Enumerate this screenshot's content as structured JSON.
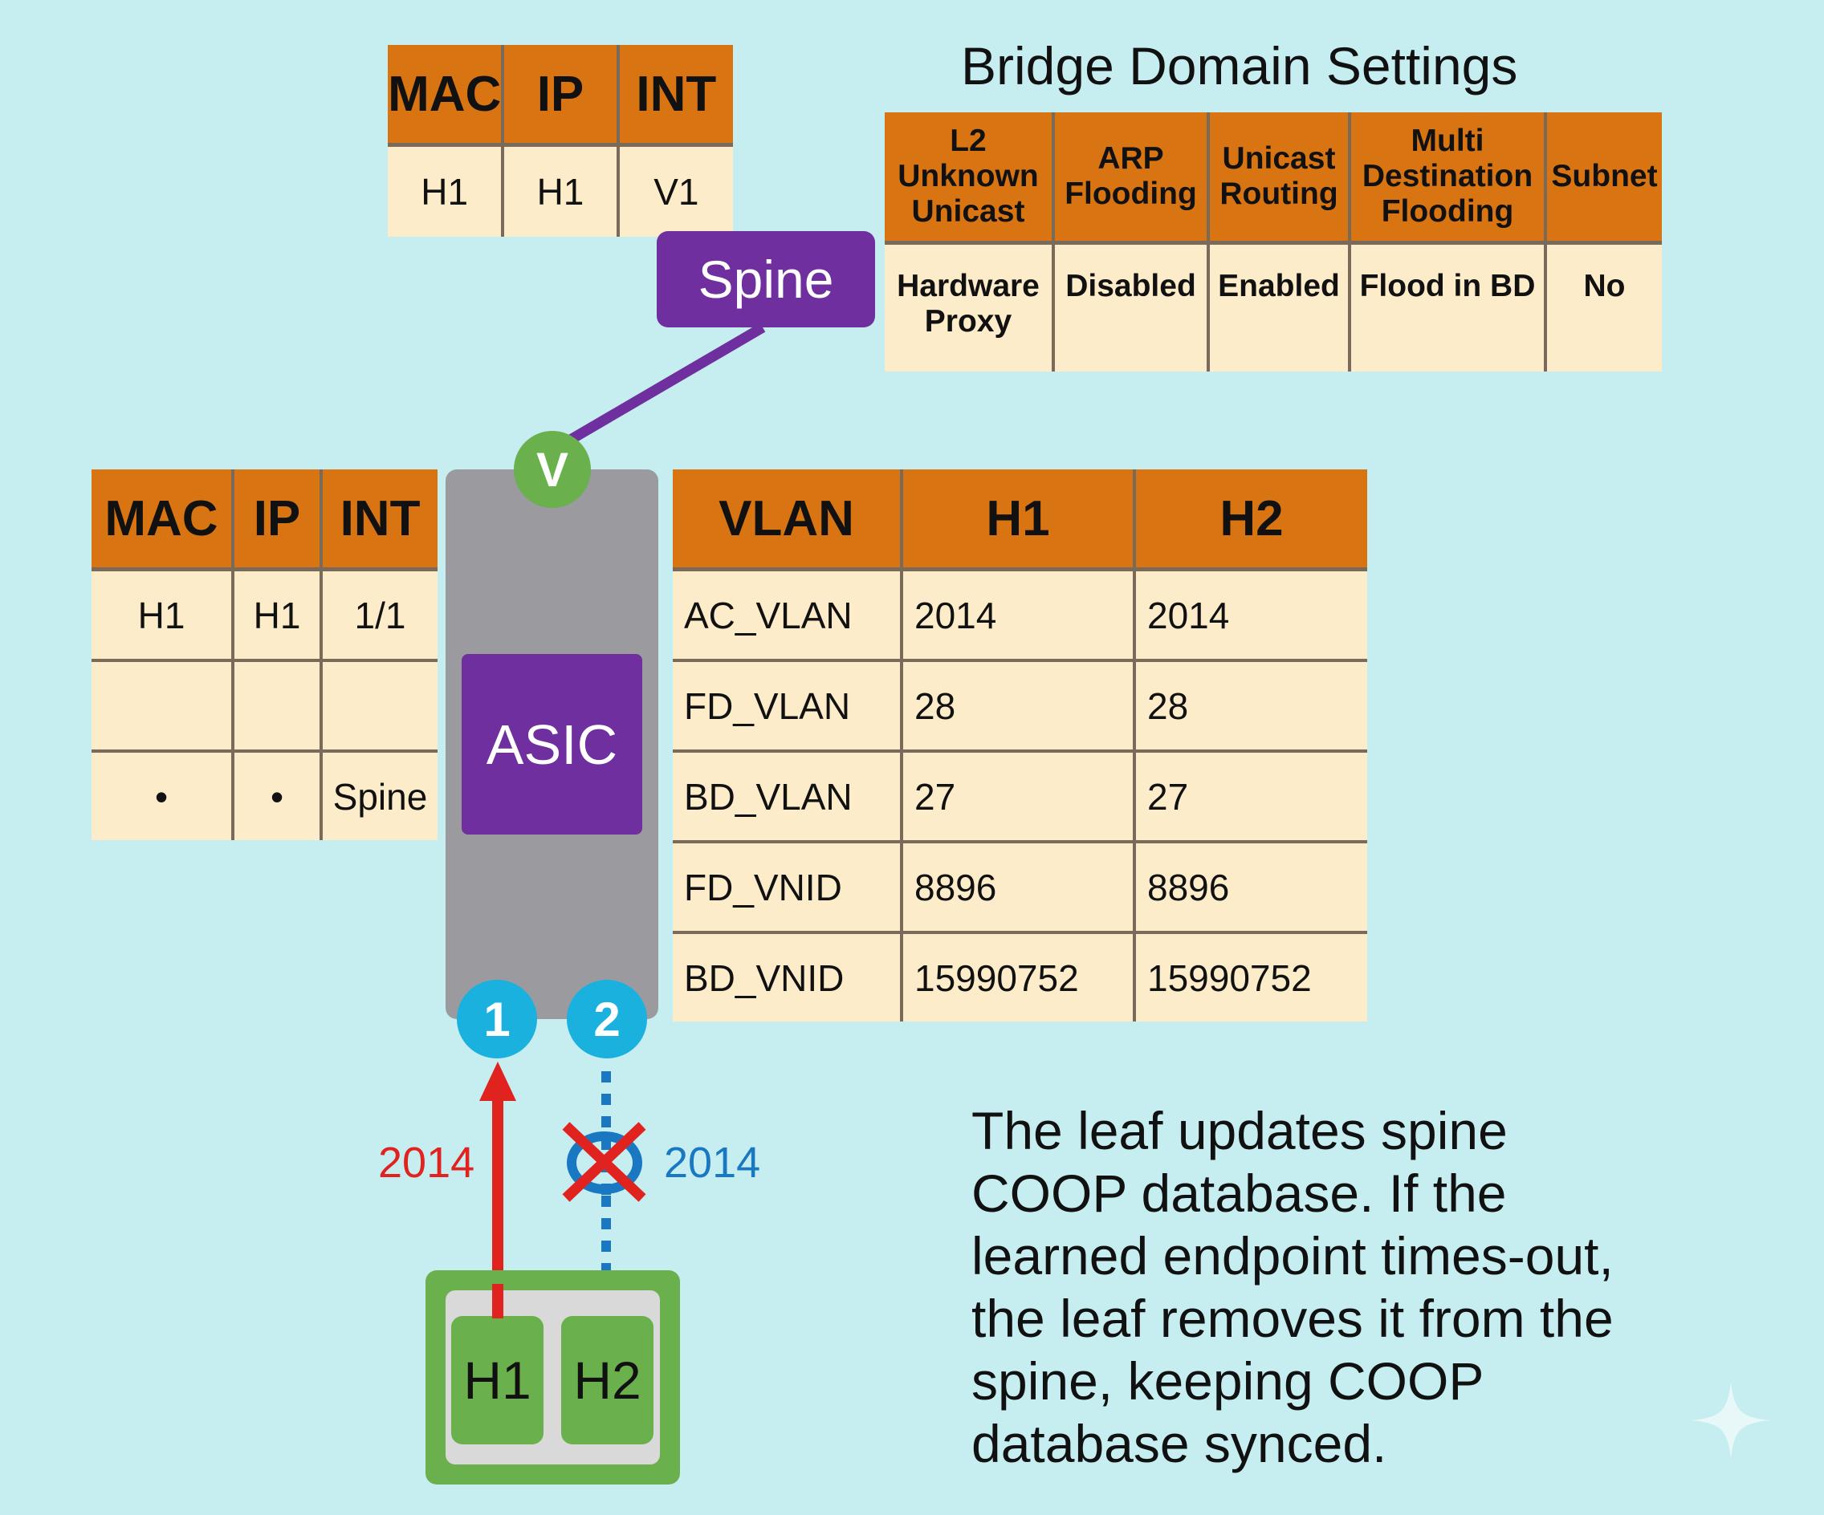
{
  "colors": {
    "background": "#c6eef0",
    "table_header": "#d97412",
    "table_cell": "#fcecc9",
    "purple": "#6f2f9e",
    "green": "#6ab04c",
    "port_blue": "#1ab1df",
    "red_arrow": "#e1231f",
    "blue_arrow": "#1a78c2",
    "leaf_grey": "#9b9a9f"
  },
  "spine_mac_table": {
    "headers": [
      "MAC",
      "IP",
      "INT"
    ],
    "rows": [
      [
        "H1",
        "H1",
        "V1"
      ]
    ]
  },
  "bridge_domain": {
    "title": "Bridge Domain Settings",
    "headers": [
      [
        "L2",
        "Unknown",
        "Unicast"
      ],
      [
        "ARP",
        "Flooding"
      ],
      [
        "Unicast",
        "Routing"
      ],
      [
        "Multi",
        "Destination",
        "Flooding"
      ],
      [
        "Subnet"
      ]
    ],
    "values": [
      [
        "Hardware",
        "Proxy"
      ],
      [
        "Disabled"
      ],
      [
        "Enabled"
      ],
      [
        "Flood in BD"
      ],
      [
        "No"
      ]
    ]
  },
  "spine_label": "Spine",
  "vtep_label": "V",
  "asic_label": "ASIC",
  "leaf_mac_table": {
    "headers": [
      "MAC",
      "IP",
      "INT"
    ],
    "rows": [
      [
        "H1",
        "H1",
        "1/1"
      ],
      [
        "",
        "",
        ""
      ],
      [
        "•",
        "•",
        "Spine"
      ]
    ]
  },
  "vlan_table": {
    "headers": [
      "VLAN",
      "H1",
      "H2"
    ],
    "rows": [
      [
        "AC_VLAN",
        "2014",
        "2014"
      ],
      [
        "FD_VLAN",
        "28",
        "28"
      ],
      [
        "BD_VLAN",
        "27",
        "27"
      ],
      [
        "FD_VNID",
        "8896",
        "8896"
      ],
      [
        "BD_VNID",
        "15990752",
        "15990752"
      ]
    ]
  },
  "ports": [
    "1",
    "2"
  ],
  "flows": {
    "h1_vlan": "2014",
    "h2_vlan": "2014",
    "h2_blocked": true
  },
  "hosts": [
    "H1",
    "H2"
  ],
  "description_lines": [
    "The leaf updates spine",
    "COOP database. If the",
    "learned endpoint times-out,",
    "the leaf removes it from the",
    "spine, keeping COOP",
    "database synced."
  ]
}
